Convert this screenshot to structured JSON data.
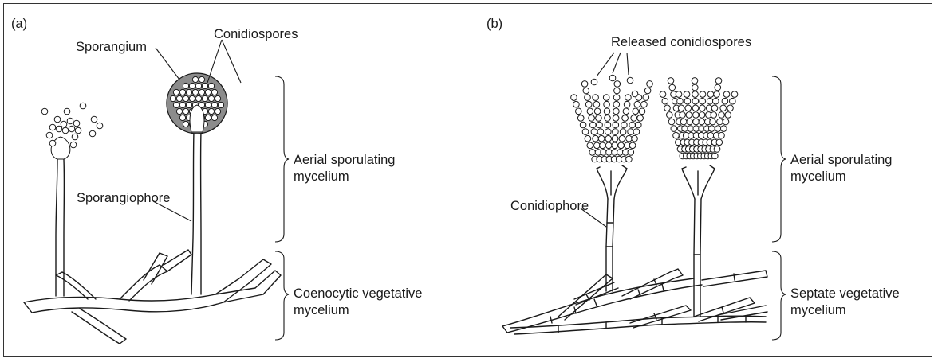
{
  "panel_a": {
    "tag": "(a)",
    "sporangium": "Sporangium",
    "conidiospores": "Conidiospores",
    "sporangiophore": "Sporangiophore",
    "aerial_line1": "Aerial sporulating",
    "aerial_line2": "mycelium",
    "vegetative_line1": "Coenocytic vegetative",
    "vegetative_line2": "mycelium"
  },
  "panel_b": {
    "tag": "(b)",
    "released": "Released conidiospores",
    "conidiophore": "Conidiophore",
    "aerial_line1": "Aerial sporulating",
    "aerial_line2": "mycelium",
    "vegetative_line1": "Septate vegetative",
    "vegetative_line2": "mycelium"
  },
  "colors": {
    "sporangium_fill": "#8c8c8c",
    "line": "#1a1a1a"
  }
}
